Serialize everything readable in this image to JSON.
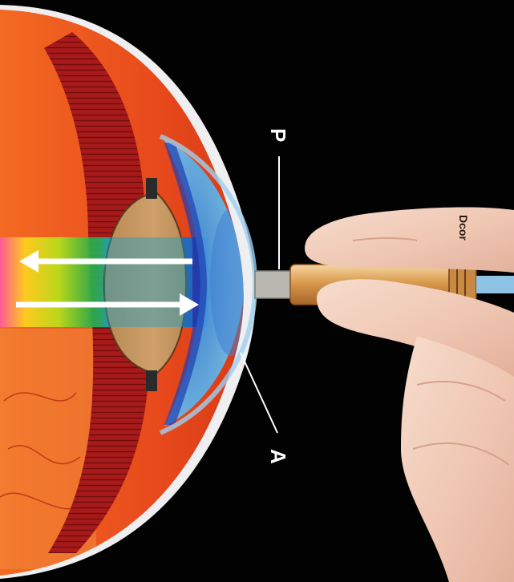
{
  "illustration": {
    "description_visible_only": true,
    "labels": {
      "p": "P",
      "a": "A"
    },
    "instrument_mark": "Dcor",
    "colors": {
      "background": "#020202",
      "retina": "#e84a1c",
      "choroid_red": "#a81a1a",
      "lens": "#c79a5e",
      "cornea_blue": "#5aa9dc",
      "instrument_gold": "#d79a4a",
      "skin": "#f1cdbb",
      "arrow": "#ffffff"
    }
  }
}
